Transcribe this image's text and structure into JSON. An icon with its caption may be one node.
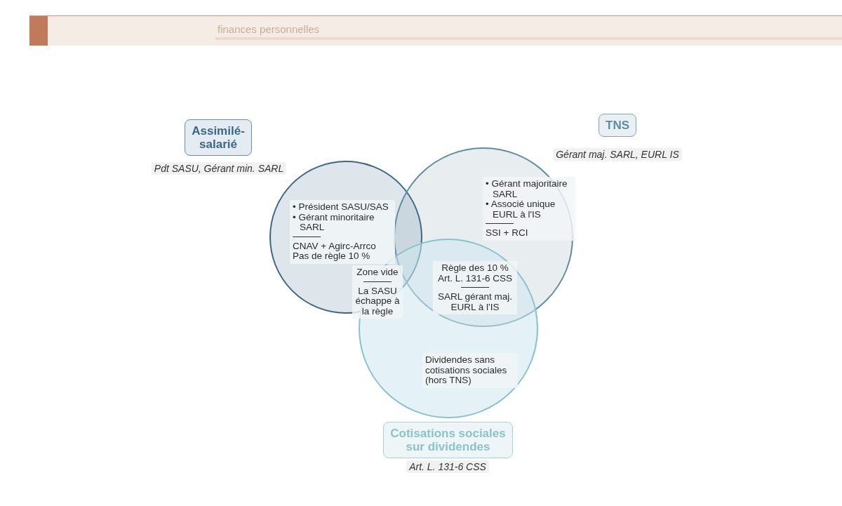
{
  "diagram": {
    "nodes": [
      {
        "text": [
          "Assimilé-salarié"
        ],
        "beside": [
          "Pdt SASU, Gérant min. SARL"
        ]
      },
      {
        "text": [
          "TNS"
        ],
        "beside": [
          "Gérant maj. SARL, EURL IS"
        ]
      },
      {
        "text": [
          "Cotisations sociales sur dividendes"
        ],
        "beside": [
          "Art. L. 131-6 CSS"
        ]
      },
      {
        "text": [
          "• Président SASU/SAS",
          "• Gérant minoritaire SARL",
          "CNAV + Agirc-Arrco",
          "Pas de règle 10 %"
        ],
        "in": 0
      },
      {
        "text": [
          "• Gérant majoritaire SARL",
          "• Associé unique EURL à l'IS",
          "SSI + RCI"
        ],
        "in": 1
      },
      {
        "text": [
          "Zone vide",
          "La SASU échappe à la règle"
        ]
      },
      {
        "text": [
          "Règle des 10 %",
          "Art. L. 131-6 CSS",
          "SARL gérant maj.",
          "EURL à l'IS"
        ]
      },
      {
        "text": [
          "Dividendes sans cotisations sociales (hors TNS)"
        ],
        "in": 2
      }
    ],
    "labels": [
      "finances personnelles"
    ]
  }
}
